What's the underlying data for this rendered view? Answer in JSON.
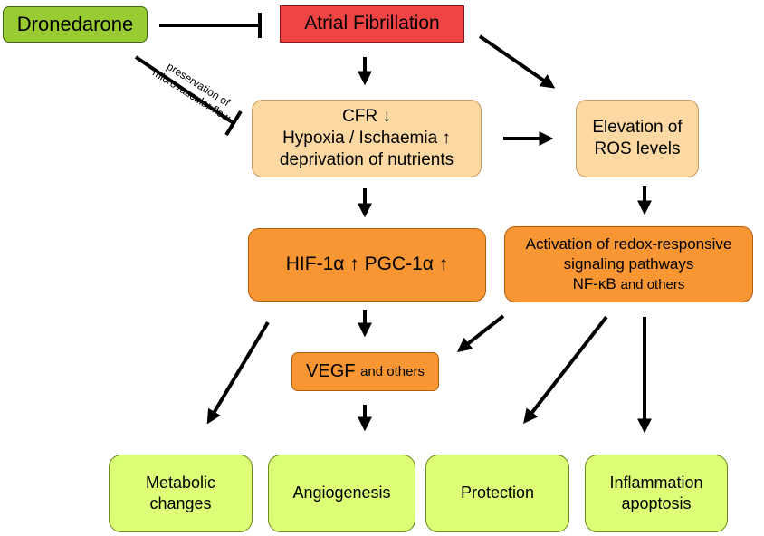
{
  "nodes": {
    "dronedarone": "Dronedarone",
    "atrial_fibrillation": "Atrial Fibrillation",
    "cfr": {
      "line1": "CFR ↓",
      "line2": "Hypoxia / Ischaemia ↑",
      "line3": "deprivation of nutrients"
    },
    "ros": {
      "line1": "Elevation of",
      "line2": "ROS levels"
    },
    "hif": "HIF-1α ↑  PGC-1α ↑",
    "redox": {
      "line1": "Activation of redox-responsive",
      "line2": "signaling pathways",
      "line3_main": "NF-κB",
      "line3_small": "and others"
    },
    "vegf": {
      "main": "VEGF",
      "small": "and others"
    },
    "metabolic": {
      "line1": "Metabolic",
      "line2": "changes"
    },
    "angiogenesis": "Angiogenesis",
    "protection": "Protection",
    "inflammation": {
      "line1": "Inflammation",
      "line2": "apoptosis"
    }
  },
  "annotations": {
    "flow_label": "preservation of microvascular flow"
  },
  "colors": {
    "green": "#99cc33",
    "red": "#ee4444",
    "peach": "#fcd9a3",
    "orange": "#f79633",
    "lime": "#ddff77"
  }
}
